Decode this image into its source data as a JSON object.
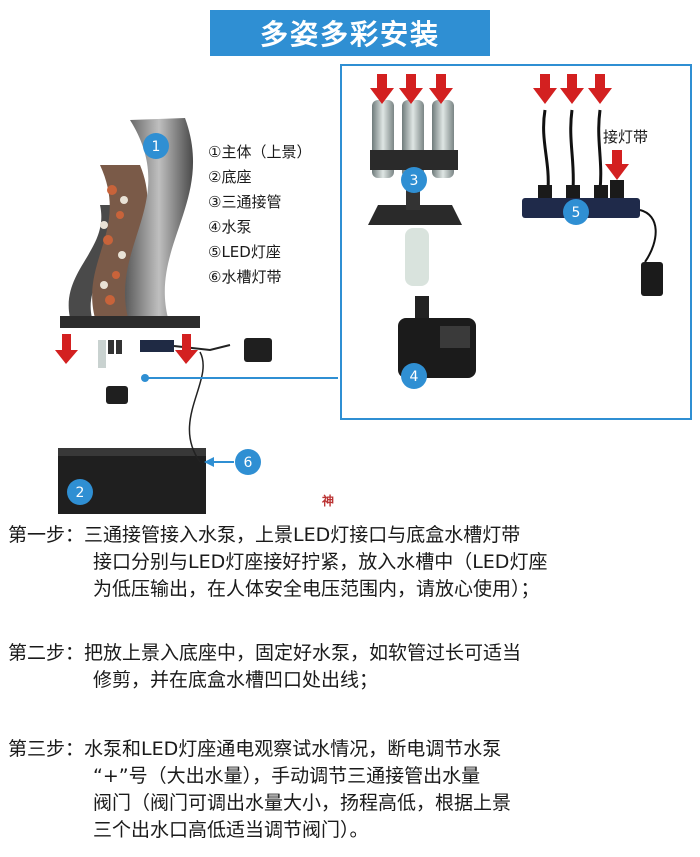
{
  "title": "多姿多彩安装",
  "parts": [
    "①主体（上景）",
    "②底座",
    "③三通接管",
    "④水泵",
    "⑤LED灯座",
    "⑥水槽灯带"
  ],
  "callouts": {
    "n1": "1",
    "n2": "2",
    "n3": "3",
    "n4": "4",
    "n5": "5",
    "n6": "6"
  },
  "led_strip_label": "接灯带",
  "watermark": "神",
  "steps": {
    "s1": {
      "l1": "第一步：三通接管接入水泵，上景LED灯接口与底盒水槽灯带",
      "l2": "接口分别与LED灯座接好拧紧，放入水槽中（LED灯座",
      "l3": "为低压输出，在人体安全电压范围内，请放心使用）；"
    },
    "s2": {
      "l1": "第二步：把放上景入底座中，固定好水泵，如软管过长可适当",
      "l2": "修剪，并在底盒水槽凹口处出线；"
    },
    "s3": {
      "l1": "第三步：水泵和LED灯座通电观察试水情况，断电调节水泵",
      "l2": "“+”号（大出水量），手动调节三通接管出水量",
      "l3": "阀门（阀门可调出水量大小，扬程高低，根据上景",
      "l4": "三个出水口高低适当调节阀门）。"
    }
  },
  "colors": {
    "accent": "#2f8fd3",
    "arrow": "#d32020",
    "callout": "#2f8fd3"
  }
}
